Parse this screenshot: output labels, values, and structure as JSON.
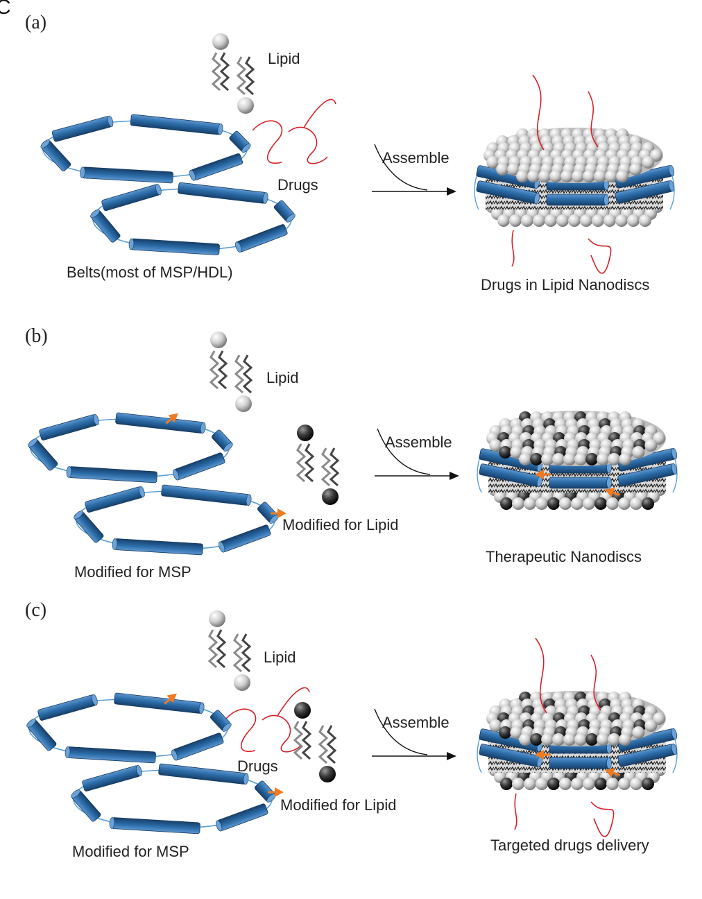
{
  "figure": {
    "corner_letter": "C",
    "colors": {
      "belt": "#2b6ca8",
      "belt_dark": "#1d4f80",
      "belt_link": "#5a9fd6",
      "drug": "#d8202a",
      "arrowhead": "#ee7a22",
      "lipid_head": "#c4c4c4",
      "lipid_head_modified": "#1e1e1e",
      "ink": "#222222"
    },
    "panels": [
      {
        "id": "a",
        "panel_label": "(a)",
        "lipid_label": "Lipid",
        "drugs_label": "Drugs",
        "belts_label": "Belts(most of MSP/HDL)",
        "assemble_label": "Assemble",
        "product_label": "Drugs in Lipid Nanodiscs"
      },
      {
        "id": "b",
        "panel_label": "(b)",
        "lipid_label": "Lipid",
        "modified_lipid_label": "Modified for Lipid",
        "belts_label": "Modified for MSP",
        "assemble_label": "Assemble",
        "product_label": "Therapeutic Nanodiscs"
      },
      {
        "id": "c",
        "panel_label": "(c)",
        "lipid_label": "Lipid",
        "drugs_label": "Drugs",
        "modified_lipid_label": "Modified for Lipid",
        "belts_label": "Modified for MSP",
        "assemble_label": "Assemble",
        "product_label": "Targeted drugs delivery"
      }
    ]
  }
}
